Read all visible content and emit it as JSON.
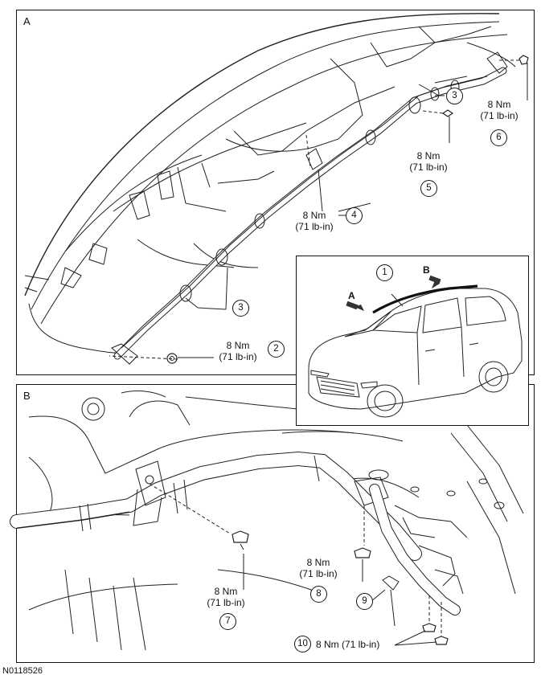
{
  "figure_id": "N0118526",
  "panels": {
    "a": {
      "letter": "A"
    },
    "b": {
      "letter": "B"
    }
  },
  "view_arrows": {
    "a": "A",
    "b": "B"
  },
  "callouts": {
    "c1": "1",
    "c2": "2",
    "c3a": "3",
    "c3b": "3",
    "c4": "4",
    "c5": "5",
    "c6": "6",
    "c7": "7",
    "c8": "8",
    "c9": "9",
    "c10": "10"
  },
  "torques": {
    "t2": {
      "nm": "8 Nm",
      "lbin": "(71 lb-in)"
    },
    "t4": {
      "nm": "8 Nm",
      "lbin": "(71 lb-in)"
    },
    "t5": {
      "nm": "8 Nm",
      "lbin": "(71 lb-in)"
    },
    "t6": {
      "nm": "8 Nm",
      "lbin": "(71 lb-in)"
    },
    "t7": {
      "nm": "8 Nm",
      "lbin": "(71 lb-in)"
    },
    "t8": {
      "nm": "8 Nm",
      "lbin": "(71 lb-in)"
    },
    "t10": "8 Nm (71 lb-in)"
  }
}
